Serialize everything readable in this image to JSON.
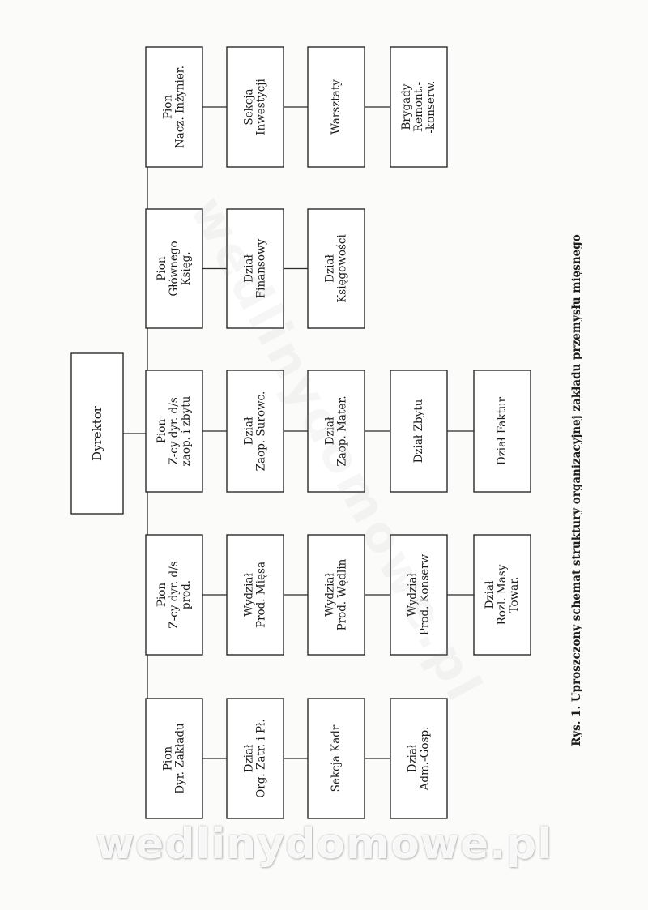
{
  "director": {
    "label": "Dyrektor"
  },
  "columns": [
    {
      "key": "dyr-zakladu",
      "boxes": [
        [
          "Pion",
          "Dyr. Zakładu"
        ],
        [
          "Dział",
          "Org. Zatr. i Pł."
        ],
        [
          "Sekcja Kadr"
        ],
        [
          "Dział",
          "Adm.-Gosp."
        ]
      ]
    },
    {
      "key": "produkcja",
      "boxes": [
        [
          "Pion",
          "Z-cy dyr. d/s",
          "prod."
        ],
        [
          "Wydział",
          "Prod. Mięsa"
        ],
        [
          "Wydział",
          "Prod. Wędlin"
        ],
        [
          "Wydział",
          "Prod. Konserw"
        ],
        [
          "Dział",
          "Rozl. Masy",
          "Towar."
        ]
      ]
    },
    {
      "key": "zaopatrzenie-zbyt",
      "boxes": [
        [
          "Pion",
          "Z-cy dyr. d/s",
          "zaop. i zbytu"
        ],
        [
          "Dział",
          "Zaop. Surowc."
        ],
        [
          "Dział",
          "Zaop. Mater."
        ],
        [
          "Dział Zbytu"
        ],
        [
          "Dział Faktur"
        ]
      ]
    },
    {
      "key": "ksiegowosc",
      "boxes": [
        [
          "Pion",
          "Głównego",
          "Księg."
        ],
        [
          "Dział",
          "Finansowy"
        ],
        [
          "Dział",
          "Księgowości"
        ]
      ]
    },
    {
      "key": "inzynier",
      "boxes": [
        [
          "Pion",
          "Nacz. Inżynier."
        ],
        [
          "Sekcja",
          "Inwestycji"
        ],
        [
          "Warsztaty"
        ],
        [
          "Brygady",
          "Remont.-",
          "-konserw."
        ]
      ]
    }
  ],
  "caption": "Rys. 1. Uproszczony schemat struktury organizacyjnej zakładu przemysłu mięsnego",
  "watermark": "wedlinydomowe.pl",
  "colors": {
    "line": "#2a2a2a",
    "box_fill": "#ffffff",
    "paper": "#fbfbf9"
  }
}
